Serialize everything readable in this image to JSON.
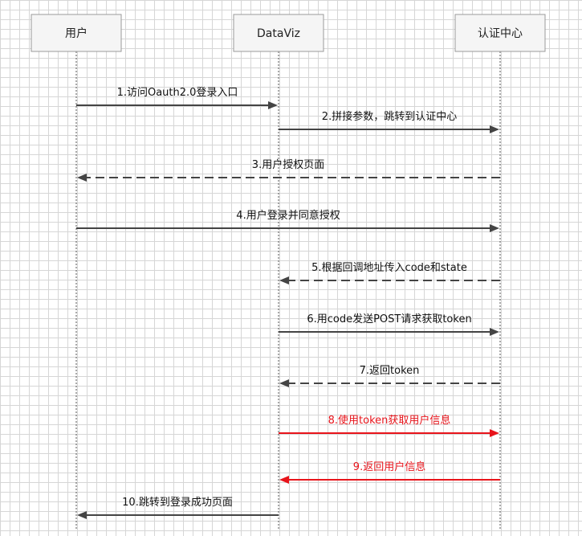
{
  "actors": [
    {
      "id": "user",
      "label": "用户"
    },
    {
      "id": "dataviz",
      "label": "DataViz"
    },
    {
      "id": "auth",
      "label": "认证中心"
    }
  ],
  "messages": [
    {
      "label": "1.访问Oauth2.0登录入口",
      "from": "user",
      "to": "dataviz",
      "style": "solid",
      "color": "#444444"
    },
    {
      "label": "2.拼接参数，跳转到认证中心",
      "from": "dataviz",
      "to": "auth",
      "style": "solid",
      "color": "#444444"
    },
    {
      "label": "3.用户授权页面",
      "from": "auth",
      "to": "user",
      "style": "dashed",
      "color": "#444444"
    },
    {
      "label": "4.用户登录并同意授权",
      "from": "user",
      "to": "auth",
      "style": "solid",
      "color": "#444444"
    },
    {
      "label": "5.根据回调地址传入code和state",
      "from": "auth",
      "to": "dataviz",
      "style": "dashed",
      "color": "#444444"
    },
    {
      "label": "6.用code发送POST请求获取token",
      "from": "dataviz",
      "to": "auth",
      "style": "solid",
      "color": "#444444"
    },
    {
      "label": "7.返回token",
      "from": "auth",
      "to": "dataviz",
      "style": "dashed",
      "color": "#444444"
    },
    {
      "label": "8.使用token获取用户信息",
      "from": "dataviz",
      "to": "auth",
      "style": "solid",
      "color": "#e8141b"
    },
    {
      "label": "9.返回用户信息",
      "from": "auth",
      "to": "dataviz",
      "style": "solid",
      "color": "#e8141b"
    },
    {
      "label": "10.跳转到登录成功页面",
      "from": "dataviz",
      "to": "user",
      "style": "solid",
      "color": "#444444"
    }
  ]
}
